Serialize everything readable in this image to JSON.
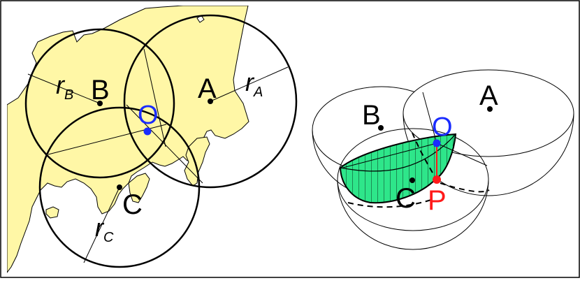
{
  "left_panel": {
    "labels": {
      "a": "A",
      "b": "B",
      "c": "C",
      "o": "O"
    },
    "radius_labels": {
      "a": {
        "r": "r",
        "sub": "A"
      },
      "b": {
        "r": "r",
        "sub": "B"
      },
      "c": {
        "r": "r",
        "sub": "C"
      }
    }
  },
  "right_panel": {
    "labels": {
      "a": "A",
      "b": "B",
      "c": "C",
      "o": "O",
      "p": "P"
    }
  },
  "colors": {
    "land": "#fff7a6",
    "intersection": "#2ee68a",
    "epicenter_dot": "#1a2cff",
    "hypocenter": "#ff1a1a",
    "station_dot": "#000000",
    "outline": "#000000"
  }
}
